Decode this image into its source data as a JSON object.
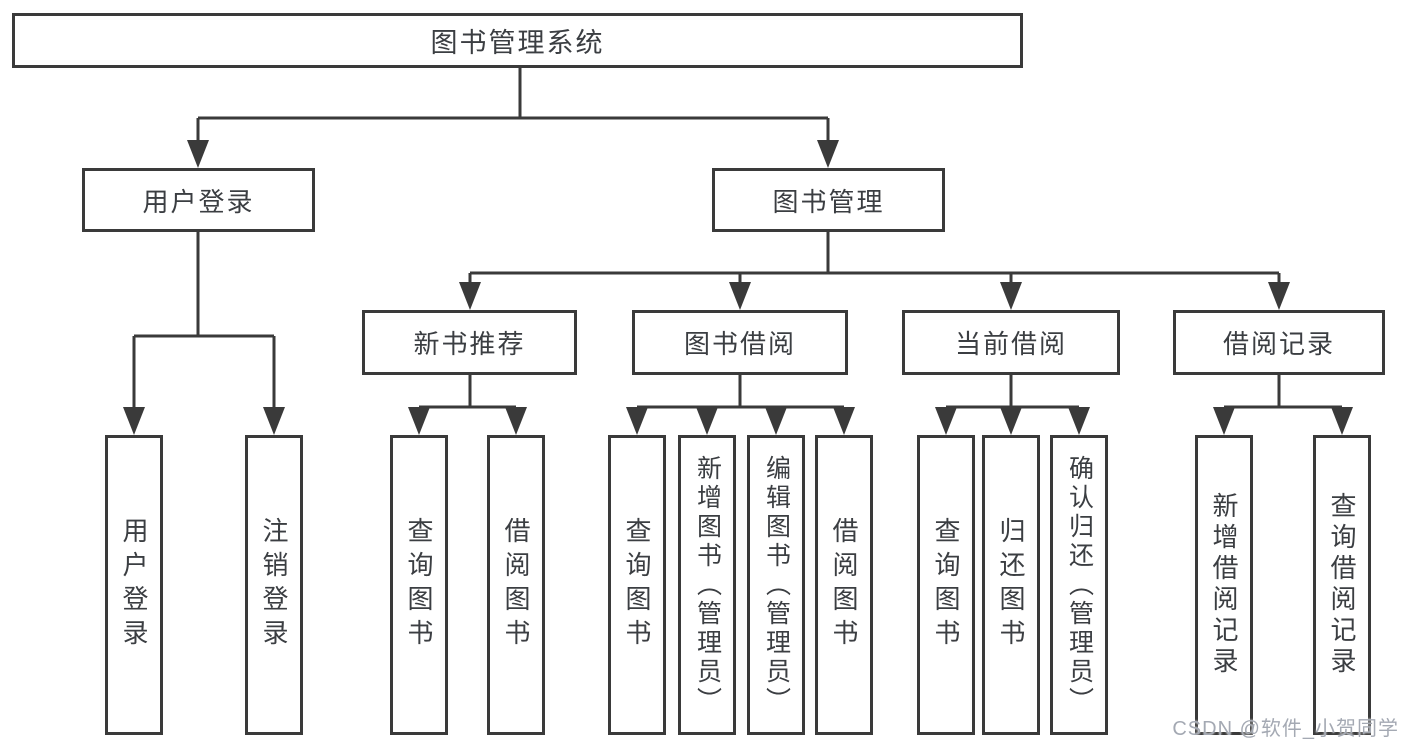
{
  "diagram": {
    "root": "图书管理系统",
    "branches": [
      {
        "label": "用户登录",
        "children": [
          "用户登录",
          "注销登录"
        ]
      },
      {
        "label": "图书管理",
        "sections": [
          {
            "label": "新书推荐",
            "children": [
              "查询图书",
              "借阅图书"
            ]
          },
          {
            "label": "图书借阅",
            "children": [
              "查询图书",
              "新增图书（管理员）",
              "编辑图书（管理员）",
              "借阅图书"
            ]
          },
          {
            "label": "当前借阅",
            "children": [
              "查询图书",
              "归还图书",
              "确认归还（管理员）"
            ]
          },
          {
            "label": "借阅记录",
            "children": [
              "新增借阅记录",
              "查询借阅记录"
            ]
          }
        ]
      }
    ]
  },
  "watermark": {
    "text": "CSDN @软件_小贺同学"
  },
  "colors": {
    "line": "#3a3a3a",
    "box_border": "#3a3a3a",
    "text": "#3b3e42",
    "background": "#ffffff",
    "watermark": "#a4a9b3"
  }
}
